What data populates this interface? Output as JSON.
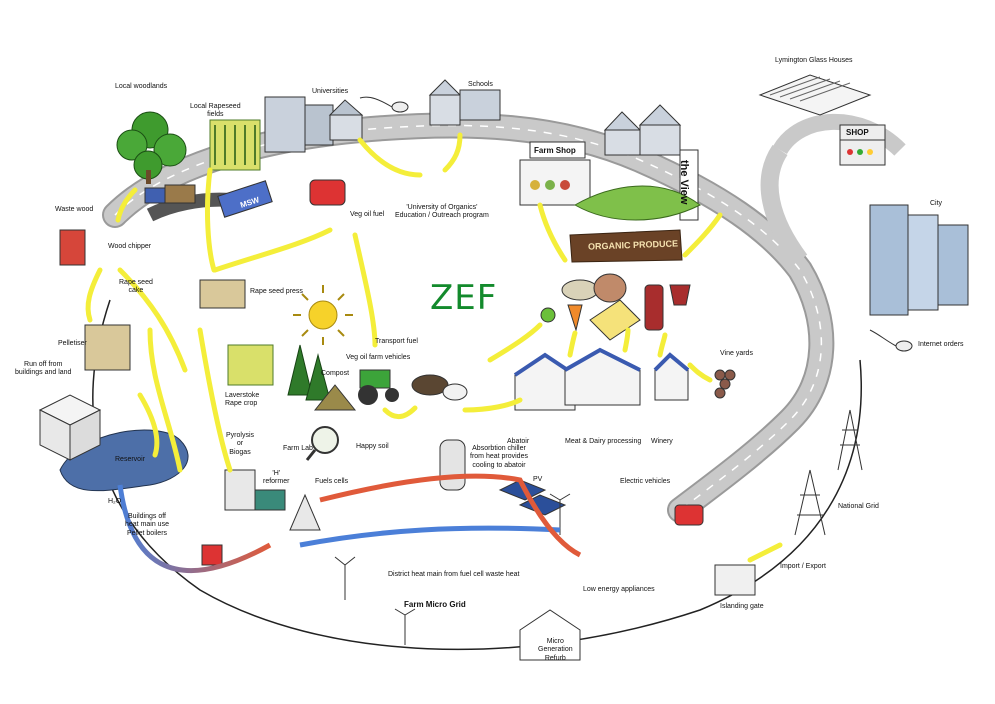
{
  "title": "ZEF",
  "subtitle_grid": "Farm Micro Grid",
  "signs": {
    "farm_shop": "Farm Shop",
    "view": "the View",
    "organic": "ORGANIC PRODUCE",
    "shop": "SHOP",
    "msw": "MSW"
  },
  "labels": {
    "local_woodlands": "Local woodlands",
    "local_rapeseed": "Local Rapeseed\nfields",
    "universities": "Universities",
    "schools": "Schools",
    "lymington": "Lymington Glass Houses",
    "city": "City",
    "internet_orders": "Internet orders",
    "waste_wood": "Waste wood",
    "wood_chipper": "Wood chipper",
    "veg_oil_fuel": "Veg oil fuel",
    "uni_organics": "'University of Organics'\nEducation / Outreach program",
    "rape_seed_cake": "Rape seed\ncake",
    "rape_seed_press": "Rape seed press",
    "pelletiser": "Pelletiser",
    "runoff": "Run off from\nbuildings and land",
    "transport_fuel": "Transport fuel",
    "veg_oil_vehicles": "Veg oil farm vehicles",
    "compost": "Compost",
    "laverstoke": "Laverstoke\nRape crop",
    "reservoir": "Reservoir",
    "pyrolysis": "Pyrolysis\nor\nBiogas",
    "farm_lab": "Farm Lab",
    "happy_soil": "Happy soil",
    "h_reformer": "'H'\nreformer",
    "fuel_cells": "Fuels cells",
    "absorption": "Absorbtion chiller\nfrom heat provides\ncooling to abatoir",
    "abatoir": "Abatoir",
    "meat_dairy": "Meat & Dairy processing",
    "winery": "Winery",
    "vine_yards": "Vine yards",
    "pv": "PV",
    "electric_vehicles": "Electric vehicles",
    "national_grid": "National Grid",
    "h2o": "H₂O",
    "buildings_off": "Buildings off\nheat main use\nPellet boilers",
    "district_heat": "District heat main from fuel cell waste heat",
    "low_energy": "Low energy appliances",
    "import_export": "Import / Export",
    "islanding_gate": "Islanding gate",
    "micro_gen": "Micro\nGeneration\nRefurb"
  },
  "colors": {
    "title_green": "#138a2c",
    "road": "#b5b5b5",
    "arrow_yellow": "#f4ee3a",
    "arrow_outline": "#9a9a2a",
    "water_blue": "#4d6fa8",
    "cold_blue": "#4b7fd8",
    "hot_red": "#e05a3a",
    "banner_brown": "#6a4226"
  }
}
